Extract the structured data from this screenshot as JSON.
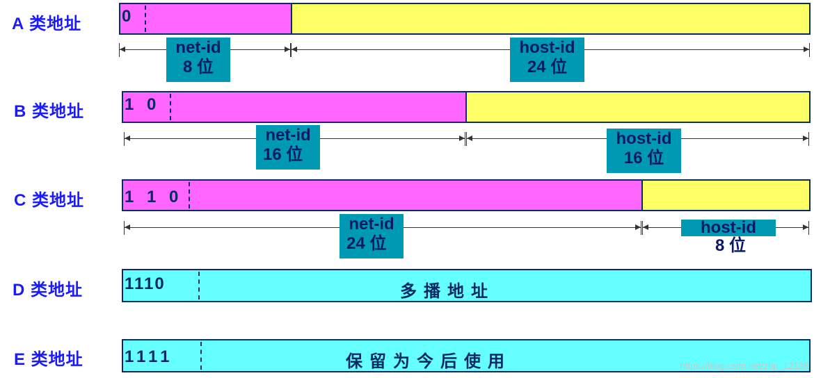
{
  "classes": {
    "a": {
      "label": "A 类地址",
      "prefix": "0",
      "net": {
        "name": "net-id",
        "bits": "8 位"
      },
      "host": {
        "name": "host-id",
        "bits": "24 位"
      }
    },
    "b": {
      "label": "B 类地址",
      "prefix": "1 0",
      "net": {
        "name": "net-id",
        "bits": "16 位"
      },
      "host": {
        "name": "host-id",
        "bits": "16 位"
      }
    },
    "c": {
      "label": "C 类地址",
      "prefix": "1 1 0",
      "net": {
        "name": "net-id",
        "bits": "24 位"
      },
      "host": {
        "name": "host-id",
        "bits": "8 位"
      }
    },
    "d": {
      "label": "D 类地址",
      "prefix": "1110",
      "text": "多播地址"
    },
    "e": {
      "label": "E 类地址",
      "prefix": "1111",
      "text": "保留为今后使用"
    }
  },
  "watermark": "https://blog.csdn.net/zbp_12138",
  "colors": {
    "net": "#ff66ff",
    "host": "#ffff66",
    "special": "#66ffff",
    "label_box": "#0099b3",
    "class_label": "#1a1aff"
  }
}
